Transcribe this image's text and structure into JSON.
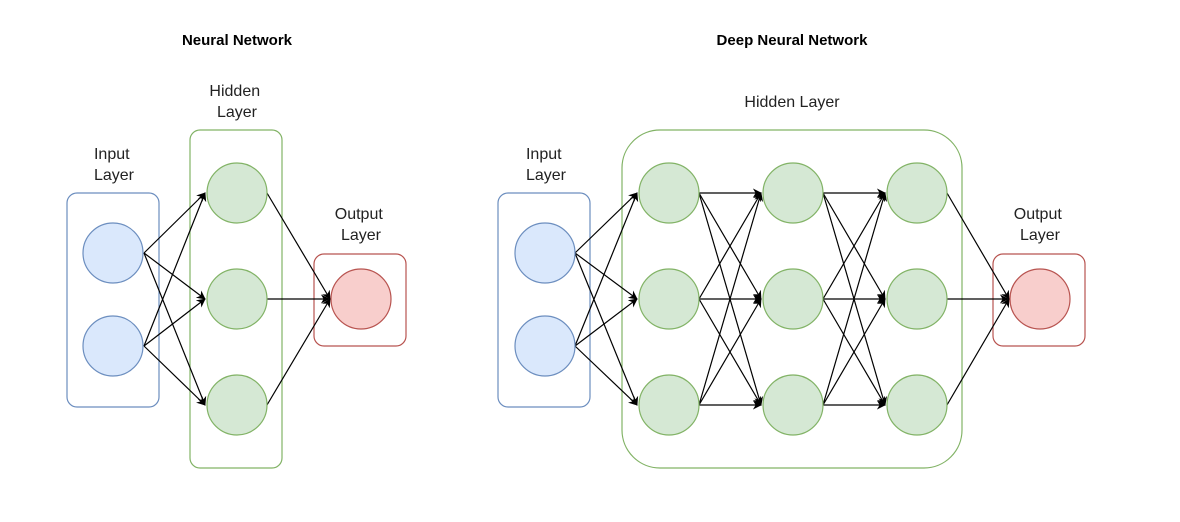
{
  "diagrams": {
    "shallow": {
      "title": "Neural Network",
      "input_label": [
        "Input",
        "Layer"
      ],
      "hidden_label": [
        "Hidden",
        "Layer"
      ],
      "output_label": [
        "Output",
        "Layer"
      ]
    },
    "deep": {
      "title": "Deep Neural Network",
      "input_label": [
        "Input",
        "Layer"
      ],
      "hidden_label": "Hidden Layer",
      "output_label": [
        "Output",
        "Layer"
      ]
    }
  },
  "colors": {
    "input_fill": "#dae8fc",
    "input_stroke": "#6c8ebf",
    "hidden_fill": "#d5e8d4",
    "hidden_stroke": "#82b366",
    "output_fill": "#f8cecc",
    "output_stroke": "#b85450",
    "edge": "#000000"
  }
}
